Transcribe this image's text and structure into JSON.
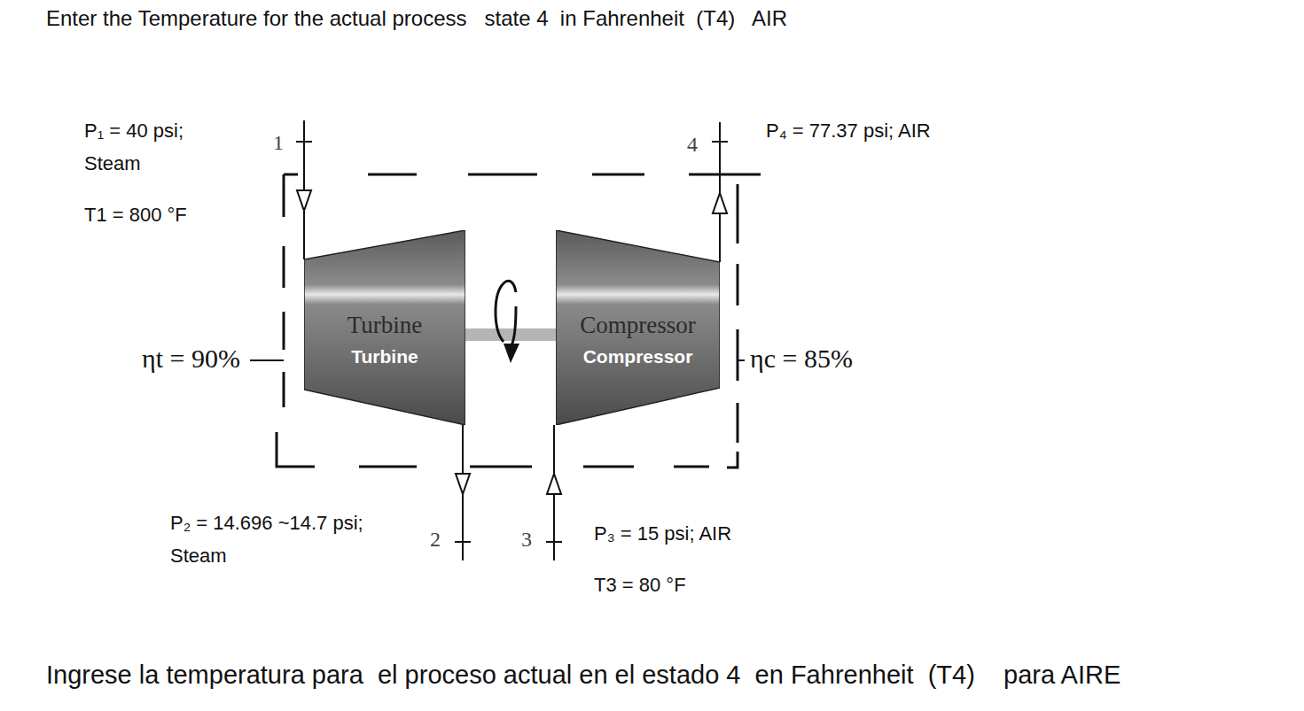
{
  "diagram": {
    "title": "Enter the Temperature for the actual process   state 4  in Fahrenheit  (T4)   AIR",
    "caption": "Ingrese la temperatura para  el proceso actual en el estado 4  en Fahrenheit  (T4)    para AIRE",
    "nodes": [
      {
        "text": [
          "Turbine",
          "Turbine"
        ]
      },
      {
        "text": [
          "Compressor",
          "Compressor"
        ]
      }
    ],
    "edges": [
      {
        "from": 0,
        "to": 1,
        "arrow": "none"
      }
    ],
    "labels": [
      "P₁ = 40 psi;",
      "Steam",
      "1",
      "4",
      "P₄ = 77.37 psi; AIR",
      "T1 = 800 °F",
      "ηt = 90%",
      "ηc = 85%",
      "P₂ = 14.696 ~14.7 psi;",
      "Steam",
      "2",
      "3",
      "P₃ = 15 psi; AIR",
      "T3 = 80 °F"
    ]
  }
}
